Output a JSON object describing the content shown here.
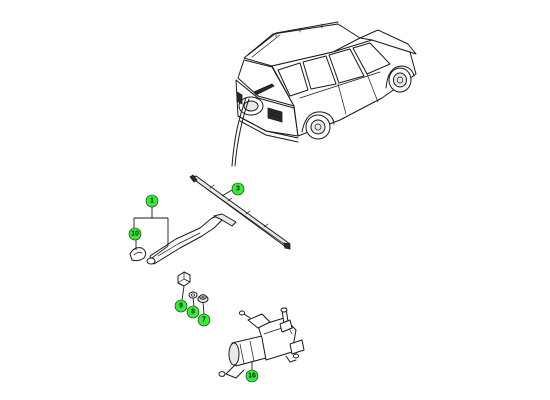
{
  "theme": {
    "callout_color": "#33ee33",
    "line_color": "#1a1a1a",
    "background": "#ffffff"
  },
  "callouts": [
    {
      "id": "c1",
      "label": "1"
    },
    {
      "id": "c10",
      "label": "10"
    },
    {
      "id": "c3",
      "label": "3"
    },
    {
      "id": "c9",
      "label": "9"
    },
    {
      "id": "c8",
      "label": "8"
    },
    {
      "id": "c7",
      "label": "7"
    },
    {
      "id": "c16",
      "label": "16"
    }
  ],
  "parts": [
    {
      "icon": "suv-vehicle-icon"
    },
    {
      "icon": "wiper-blade-icon"
    },
    {
      "icon": "wiper-arm-icon"
    },
    {
      "icon": "arm-cap-icon"
    },
    {
      "icon": "pivot-nut-icon"
    },
    {
      "icon": "washer-icon"
    },
    {
      "icon": "grommet-icon"
    },
    {
      "icon": "wiper-motor-icon"
    }
  ]
}
